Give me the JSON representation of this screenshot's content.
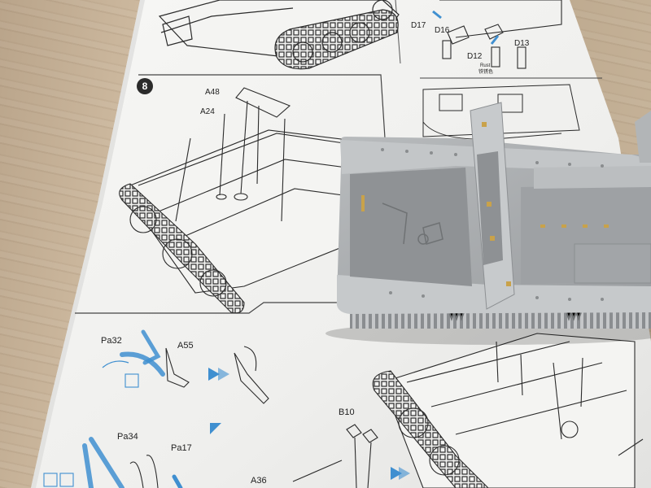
{
  "photo": {
    "subject": "Scale model kit instruction sheet with a partially assembled grey tracked vehicle hull placed on top",
    "colors": {
      "wood": "#c4b095",
      "paper": "#f4f4f2",
      "line_art": "#2b2b2b",
      "model_grey": "#a9acae",
      "callout_blue": "#3f8fd0",
      "brass_tabs": "#c9a24a"
    }
  },
  "instructions": {
    "step_number": "8",
    "top_labels": {
      "d17": "D17",
      "d16": "D16",
      "d13": "D13",
      "d12": "D12",
      "rust": "Rust",
      "rust_cn": "铁锈色"
    },
    "step8_labels": {
      "a48": "A48",
      "a24": "A24"
    },
    "lower_labels": {
      "pa32": "Pa32",
      "a55": "A55",
      "pa34": "Pa34",
      "pa17": "Pa17",
      "b10": "B10",
      "a36": "A36"
    }
  }
}
